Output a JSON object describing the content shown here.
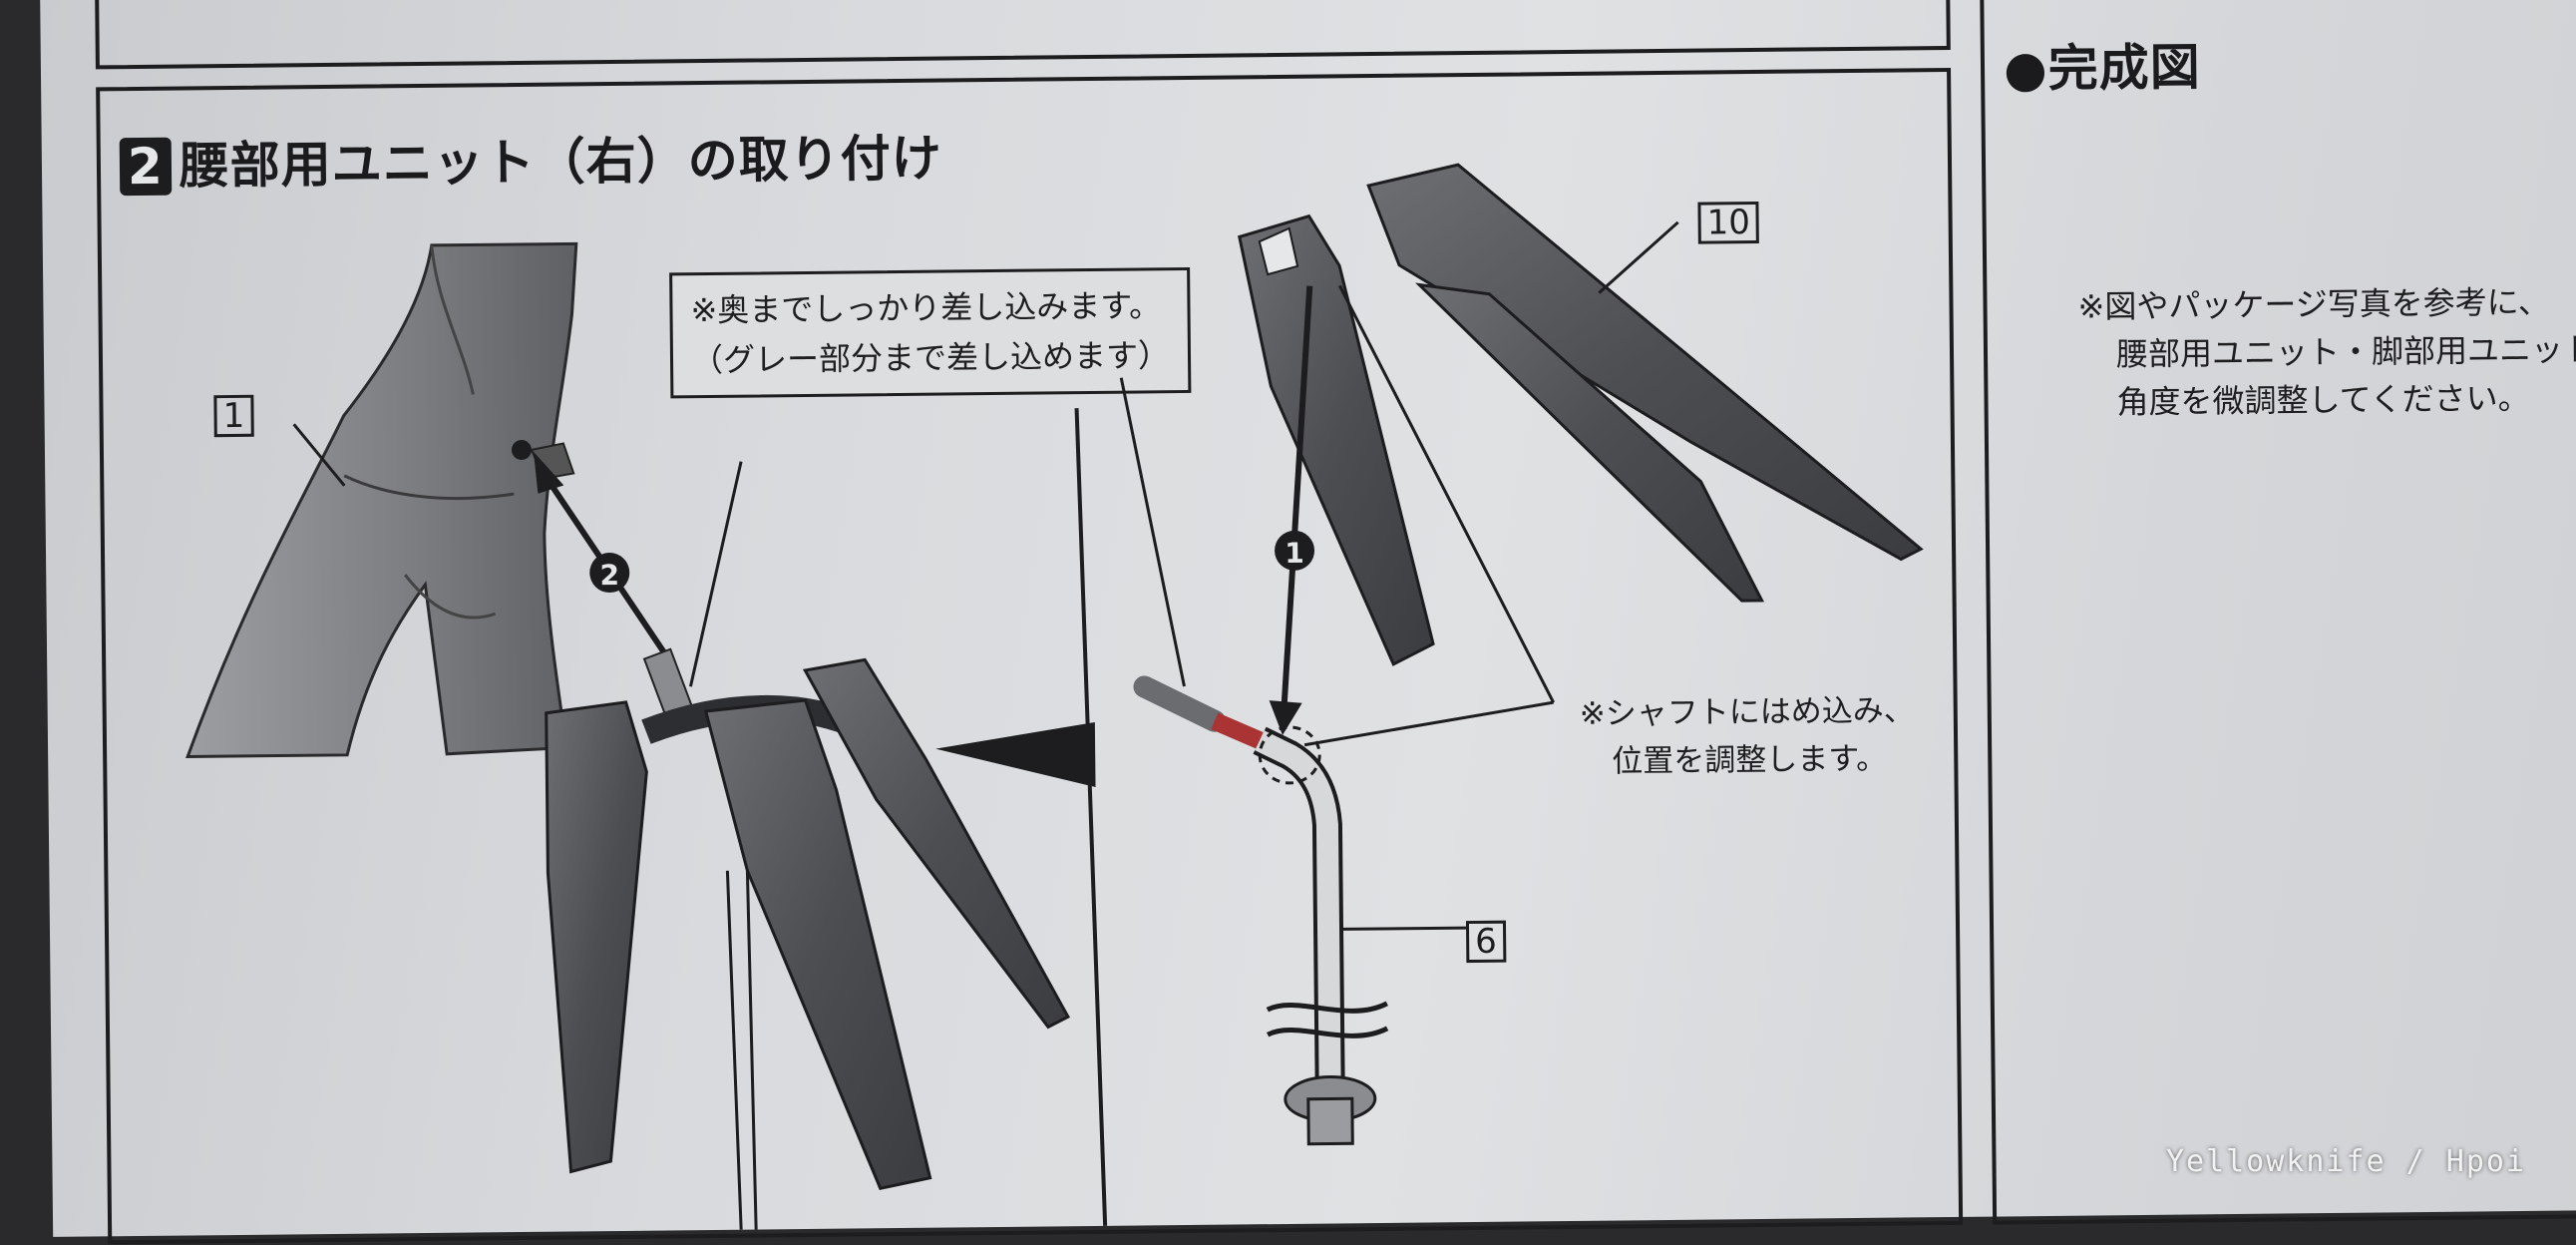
{
  "section": {
    "number": "2",
    "title": "腰部用ユニット（右）の取り付け"
  },
  "completed": {
    "title": "●完成図",
    "note_lines": [
      "※図やパッケージ写真を参考に、",
      "腰部用ユニット・脚部用ユニットの",
      "角度を微調整してください。"
    ]
  },
  "callout": {
    "line1": "※奥までしっかり差し込みます。",
    "line2": "（グレー部分まで差し込めます）"
  },
  "shaft_note": {
    "line1": "※シャフトにはめ込み、",
    "line2": "位置を調整します。"
  },
  "parts": {
    "p1": "1",
    "p6": "6",
    "p10": "10"
  },
  "steps": {
    "s1": "1",
    "s2": "2"
  },
  "watermark": "Yellowknife / Hpoi"
}
